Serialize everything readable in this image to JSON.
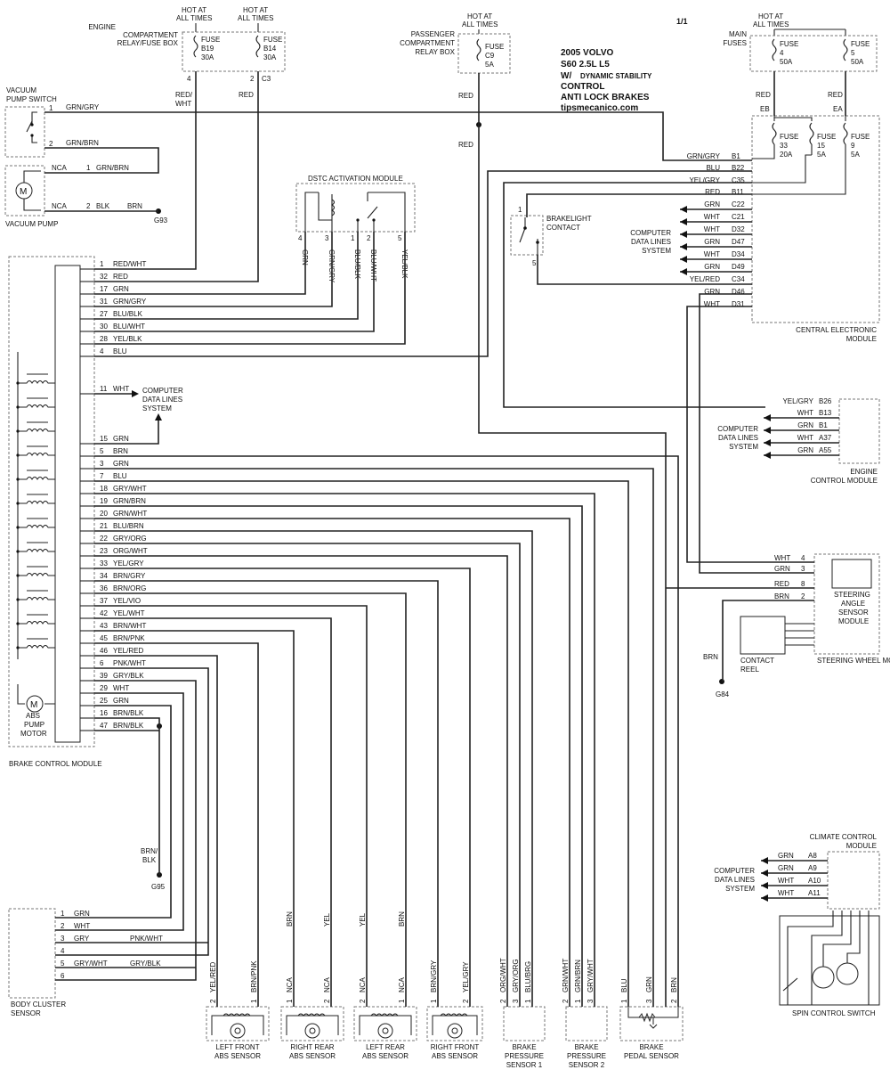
{
  "page_number": "1/1",
  "title": {
    "line1": "2005 VOLVO",
    "line2": "S60  2.5L L5",
    "line3_prefix": "W/",
    "line3_suffix": "DYNAMIC STABILITY",
    "line4": "CONTROL",
    "line5": "ANTI LOCK BRAKES",
    "site": "tipsmecanico.com"
  },
  "common": {
    "hot": "HOT AT",
    "all_times": "ALL TIMES",
    "fuse": "FUSE",
    "data_lines": [
      "COMPUTER",
      "DATA LINES",
      "SYSTEM"
    ]
  },
  "engine_relay_box": {
    "name": [
      "ENGINE",
      "COMPARTMENT",
      "RELAY/FUSE BOX"
    ],
    "fuses": [
      {
        "id": "B19",
        "amp": "30A"
      },
      {
        "id": "B14",
        "amp": "30A"
      }
    ],
    "pins": [
      "4",
      "2",
      "C3"
    ],
    "wires": [
      [
        "RED/",
        "WHT"
      ],
      [
        "RED"
      ]
    ]
  },
  "pass_relay_box": {
    "name": [
      "PASSENGER",
      "COMPARTMENT",
      "RELAY BOX"
    ],
    "fuse": {
      "id": "C9",
      "amp": "5A"
    },
    "wire": "RED",
    "wire2": "RED"
  },
  "main_fuses": {
    "name": [
      "MAIN",
      "FUSES"
    ],
    "fuses": [
      {
        "id": "4",
        "amp": "50A"
      },
      {
        "id": "5",
        "amp": "50A"
      }
    ],
    "wires": [
      "RED",
      "RED"
    ],
    "pins": [
      "EB",
      "EA"
    ]
  },
  "cem": {
    "name": [
      "CENTRAL ELECTRONIC",
      "MODULE"
    ],
    "fuses": [
      {
        "id": "33",
        "amp": "20A"
      },
      {
        "id": "15",
        "amp": "5A"
      },
      {
        "id": "9",
        "amp": "5A"
      }
    ],
    "pins": [
      {
        "wire": "GRN/GRY",
        "pin": "B1"
      },
      {
        "wire": "BLU",
        "pin": "B22"
      },
      {
        "wire": "YEL/GRY",
        "pin": "C35"
      },
      {
        "wire": "RED",
        "pin": "B11"
      },
      {
        "wire": "GRN",
        "pin": "C22"
      },
      {
        "wire": "WHT",
        "pin": "C21"
      },
      {
        "wire": "WHT",
        "pin": "D32"
      },
      {
        "wire": "GRN",
        "pin": "D47"
      },
      {
        "wire": "WHT",
        "pin": "D34"
      },
      {
        "wire": "GRN",
        "pin": "D49"
      },
      {
        "wire": "YEL/RED",
        "pin": "C34"
      },
      {
        "wire": "GRN",
        "pin": "D46"
      },
      {
        "wire": "WHT",
        "pin": "D31"
      }
    ]
  },
  "brakelight": {
    "name": [
      "BRAKELIGHT",
      "CONTACT"
    ],
    "pins": [
      "1",
      "5"
    ]
  },
  "vacuum_switch": {
    "name": [
      "VACUUM",
      "PUMP SWITCH"
    ],
    "pins": [
      "1",
      "2"
    ],
    "wires": [
      "GRN/GRY",
      "GRN/BRN"
    ]
  },
  "vacuum_pump": {
    "name": "VACUUM PUMP",
    "rows": [
      {
        "nca": "NCA",
        "pin": "1",
        "wire": "GRN/BRN"
      },
      {
        "nca": "NCA",
        "pin": "2",
        "wire": "BLK"
      }
    ],
    "ground_wire": "BRN",
    "ground": "G93"
  },
  "dstc": {
    "name": "DSTC ACTIVATION MODULE",
    "pins": [
      "4",
      "3",
      "1",
      "2",
      "5"
    ],
    "wires": [
      "GRN",
      "GRN/GRY",
      "BLU/BLK",
      "BLU/WHT",
      "YEL/BLK"
    ]
  },
  "bcm": {
    "name": "BRAKE CONTROL MODULE",
    "motor": [
      "ABS",
      "PUMP",
      "MOTOR"
    ],
    "pins": [
      {
        "pin": "1",
        "wire": "RED/WHT"
      },
      {
        "pin": "32",
        "wire": "RED"
      },
      {
        "pin": "17",
        "wire": "GRN"
      },
      {
        "pin": "31",
        "wire": "GRN/GRY"
      },
      {
        "pin": "27",
        "wire": "BLU/BLK"
      },
      {
        "pin": "30",
        "wire": "BLU/WHT"
      },
      {
        "pin": "28",
        "wire": "YEL/BLK"
      },
      {
        "pin": "4",
        "wire": "BLU"
      },
      {
        "pin": "11",
        "wire": "WHT"
      },
      {
        "pin": "15",
        "wire": "GRN"
      },
      {
        "pin": "5",
        "wire": "BRN"
      },
      {
        "pin": "3",
        "wire": "GRN"
      },
      {
        "pin": "7",
        "wire": "BLU"
      },
      {
        "pin": "18",
        "wire": "GRY/WHT"
      },
      {
        "pin": "19",
        "wire": "GRN/BRN"
      },
      {
        "pin": "20",
        "wire": "GRN/WHT"
      },
      {
        "pin": "21",
        "wire": "BLU/BRN"
      },
      {
        "pin": "22",
        "wire": "GRY/ORG"
      },
      {
        "pin": "23",
        "wire": "ORG/WHT"
      },
      {
        "pin": "33",
        "wire": "YEL/GRY"
      },
      {
        "pin": "34",
        "wire": "BRN/GRY"
      },
      {
        "pin": "36",
        "wire": "BRN/ORG"
      },
      {
        "pin": "37",
        "wire": "YEL/VIO"
      },
      {
        "pin": "42",
        "wire": "YEL/WHT"
      },
      {
        "pin": "43",
        "wire": "BRN/WHT"
      },
      {
        "pin": "45",
        "wire": "BRN/PNK"
      },
      {
        "pin": "46",
        "wire": "YEL/RED"
      },
      {
        "pin": "6",
        "wire": "PNK/WHT"
      },
      {
        "pin": "39",
        "wire": "GRY/BLK"
      },
      {
        "pin": "29",
        "wire": "WHT"
      },
      {
        "pin": "25",
        "wire": "GRN"
      },
      {
        "pin": "16",
        "wire": "BRN/BLK"
      },
      {
        "pin": "47",
        "wire": "BRN/BLK"
      }
    ],
    "ground_wire": [
      "BRN/",
      "BLK"
    ],
    "ground": "G95"
  },
  "ecm": {
    "name": [
      "ENGINE",
      "CONTROL MODULE"
    ],
    "pins": [
      {
        "wire": "YEL/GRY",
        "pin": "B26"
      },
      {
        "wire": "WHT",
        "pin": "B13"
      },
      {
        "wire": "GRN",
        "pin": "B1"
      },
      {
        "wire": "WHT",
        "pin": "A37"
      },
      {
        "wire": "GRN",
        "pin": "A55"
      }
    ]
  },
  "steering": {
    "sas_name": [
      "STEERING",
      "ANGLE",
      "SENSOR",
      "MODULE"
    ],
    "swm_name": "STEERING WHEEL MODULE (SWM)",
    "reel_name": [
      "CONTACT",
      "REEL"
    ],
    "pins": [
      {
        "wire": "WHT",
        "pin": "4"
      },
      {
        "wire": "GRN",
        "pin": "3"
      },
      {
        "wire": "RED",
        "pin": "8"
      },
      {
        "wire": "BRN",
        "pin": "2"
      }
    ],
    "ground_wire": "BRN",
    "ground": "G84"
  },
  "climate": {
    "name": [
      "CLIMATE CONTROL",
      "MODULE"
    ],
    "pins": [
      {
        "wire": "GRN",
        "pin": "A8"
      },
      {
        "wire": "GRN",
        "pin": "A9"
      },
      {
        "wire": "WHT",
        "pin": "A10"
      },
      {
        "wire": "WHT",
        "pin": "A11"
      }
    ],
    "spin_switch": "SPIN CONTROL SWITCH"
  },
  "body_cluster": {
    "name": [
      "BODY CLUSTER",
      "SENSOR"
    ],
    "pins": [
      {
        "pin": "1",
        "wire": "GRN"
      },
      {
        "pin": "2",
        "wire": "WHT"
      },
      {
        "pin": "3",
        "wire": "GRY",
        "ext": "PNK/WHT"
      },
      {
        "pin": "4",
        "wire": ""
      },
      {
        "pin": "5",
        "wire": "GRY/WHT",
        "ext": "GRY/BLK"
      },
      {
        "pin": "6",
        "wire": ""
      }
    ]
  },
  "sensors": [
    {
      "name": [
        "LEFT FRONT",
        "ABS SENSOR"
      ],
      "pins": [
        {
          "pin": "2",
          "wire": "YEL/RED"
        },
        {
          "pin": "1",
          "wire": "BRN/PNK"
        }
      ]
    },
    {
      "name": [
        "RIGHT REAR",
        "ABS SENSOR"
      ],
      "pins": [
        {
          "pin": "1",
          "wire": "NCA",
          "top": "BRN"
        },
        {
          "pin": "2",
          "wire": "NCA",
          "top": "YEL"
        }
      ]
    },
    {
      "name": [
        "LEFT REAR",
        "ABS SENSOR"
      ],
      "pins": [
        {
          "pin": "2",
          "wire": "NCA",
          "top": "YEL"
        },
        {
          "pin": "1",
          "wire": "NCA",
          "top": "BRN"
        }
      ]
    },
    {
      "name": [
        "RIGHT FRONT",
        "ABS SENSOR"
      ],
      "pins": [
        {
          "pin": "1",
          "wire": "BRN/GRY"
        },
        {
          "pin": "2",
          "wire": "YEL/GRY"
        }
      ]
    },
    {
      "name": [
        "BRAKE",
        "PRESSURE",
        "SENSOR 1"
      ],
      "pins": [
        {
          "pin": "2",
          "wire": "ORG/WHT"
        },
        {
          "pin": "3",
          "wire": "GRY/ORG"
        },
        {
          "pin": "1",
          "wire": "BLU/BRG"
        }
      ]
    },
    {
      "name": [
        "BRAKE",
        "PRESSURE",
        "SENSOR 2"
      ],
      "pins": [
        {
          "pin": "2",
          "wire": "GRN/WHT"
        },
        {
          "pin": "1",
          "wire": "GRN/BRN"
        },
        {
          "pin": "3",
          "wire": "GRY/WHT"
        }
      ]
    },
    {
      "name": [
        "BRAKE",
        "PEDAL SENSOR"
      ],
      "pins": [
        {
          "pin": "1",
          "wire": "BLU"
        },
        {
          "pin": "3",
          "wire": "GRN"
        },
        {
          "pin": "2",
          "wire": "BRN"
        }
      ]
    }
  ]
}
